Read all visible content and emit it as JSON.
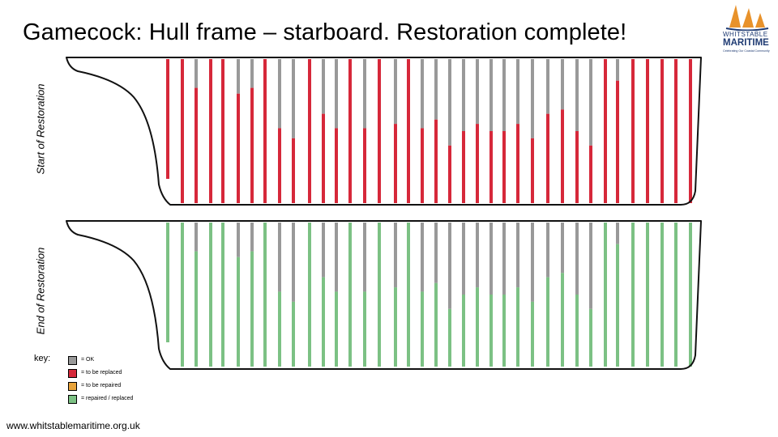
{
  "title": "Gamecock: Hull frame – starboard.  Restoration complete!",
  "logo": {
    "name_line1": "WHITSTABLE",
    "name_line2": "MARITIME",
    "tagline": "Celebrating Our Coastal Community"
  },
  "panels": [
    {
      "label": "Start of Restoration"
    },
    {
      "label": "End of Restoration"
    }
  ],
  "key": {
    "title": "key:",
    "items": [
      {
        "text": "= OK",
        "color": "#999999"
      },
      {
        "text": "= to be replaced",
        "color": "#d6283a"
      },
      {
        "text": "= to be repaired",
        "color": "#e8a33a"
      },
      {
        "text": "= repaired / replaced",
        "color": "#7cc184"
      }
    ]
  },
  "colors": {
    "ok": "#999999",
    "replaced": "#d6283a",
    "repaired": "#7cc184"
  },
  "footer_url": "www.whitstablemaritime.org.uk"
}
